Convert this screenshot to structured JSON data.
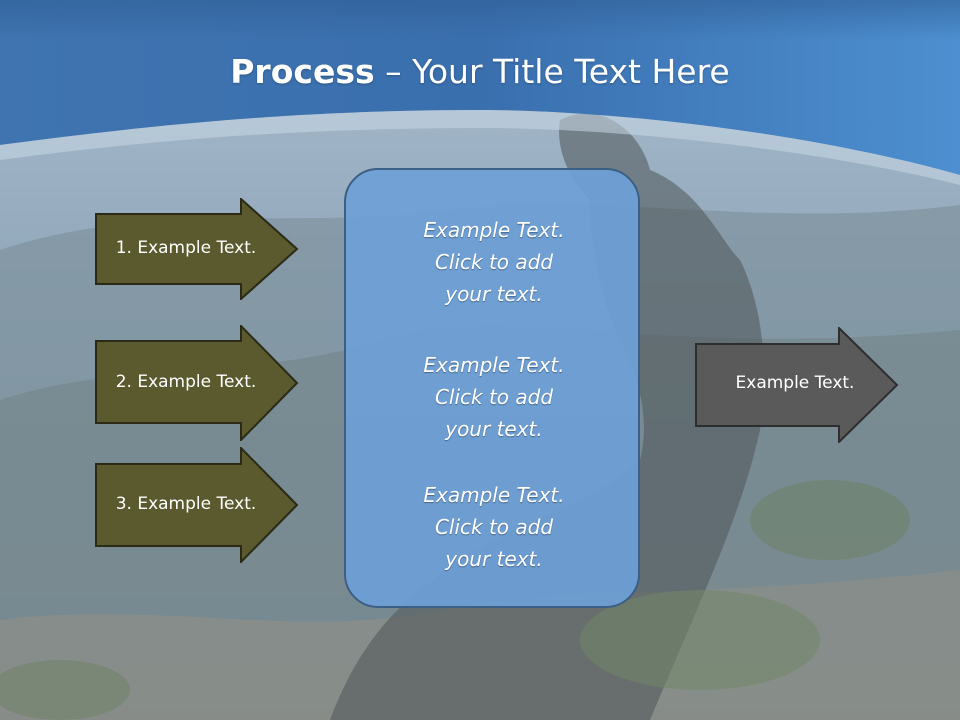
{
  "title": {
    "bold": "Process",
    "rest": " – Your Title Text Here"
  },
  "input_arrows": [
    {
      "label": "1. Example Text."
    },
    {
      "label": "2. Example Text."
    },
    {
      "label": "3. Example Text."
    }
  ],
  "center_box": {
    "blocks": [
      {
        "lines": [
          "Example Text.",
          "Click  to add",
          "your text."
        ]
      },
      {
        "lines": [
          "Example Text.",
          "Click  to add",
          "your text."
        ]
      },
      {
        "lines": [
          "Example Text.",
          "Click  to add",
          "your text."
        ]
      }
    ]
  },
  "output_arrow": {
    "label": "Example Text."
  },
  "colors": {
    "header_blue": "#4a86c8",
    "input_arrow_fill": "#5a5a2e",
    "output_arrow_fill": "#5a5a5a",
    "box_fill": "#6ea0d7"
  }
}
